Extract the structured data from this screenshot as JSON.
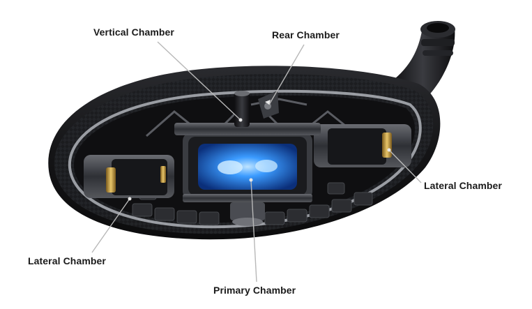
{
  "labels": {
    "vertical": "Vertical Chamber",
    "rear": "Rear Chamber",
    "lateral_right": "Lateral Chamber",
    "lateral_left": "Lateral Chamber",
    "primary": "Primary Chamber"
  },
  "colors": {
    "leader": "#b8b8b8",
    "glow": "#2f8cff",
    "brass": "#c9a14a",
    "head_dark": "#141416",
    "rim": "#9a9da3"
  }
}
